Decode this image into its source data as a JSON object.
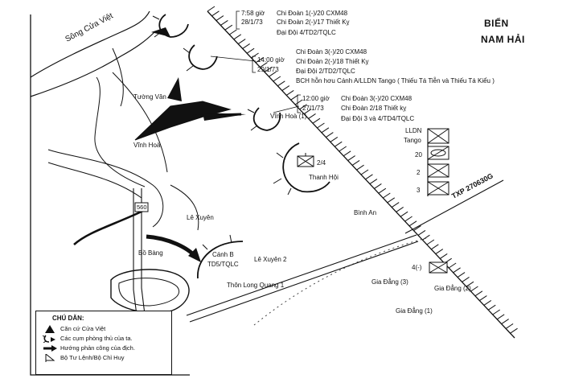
{
  "sea_label_line1": "BIỂN",
  "sea_label_line2": "NAM HẢI",
  "river_label": "Sông Cửa Việt",
  "road_label": "560",
  "grid_ref": "TXP 270630G",
  "places": {
    "tuong_van": "Tường Vân",
    "vinh_hoa": "Vĩnh Hoà",
    "vinh_hoa_1": "Vĩnh Hoà (1)",
    "thanh_hoi": "Thanh Hội",
    "le_xuyen": "Lê Xuyên",
    "le_xuyen_2": "Lê Xuyên 2",
    "bo_bang": "Bồ Bàng",
    "binh_an": "Bình An",
    "thon_long_quang": "Thôn Long Quang 1",
    "gia_dang_3": "Gia Đẳng (3)",
    "gia_dang_2": "Gia Đẳng (2)",
    "gia_dang_1": "Gia Đẳng (1)"
  },
  "unit_labels": {
    "thanh_hoi_unit": "2/4",
    "canh_b_line1": "Cánh B",
    "canh_b_line2": "TD5/TQLC",
    "gia_dang_unit": "4(-)"
  },
  "annotations": {
    "a1": {
      "time": "7:58 giờ",
      "date": "28/1/73",
      "lines": [
        "Chi Đoàn 1(-)/20 CXM48",
        "Chi  Đoàn 2(-)/17 Thiết Kỵ",
        "Đại Đội 4/TD2/TQLC"
      ]
    },
    "a2": {
      "time": "14:00 giờ",
      "date": "29/1/73",
      "lines": [
        "Chi  Đoàn 3(-)/20 CXM48",
        "Chi  Đoàn 2(-)/18 Thiết Kỵ",
        "Đại  Đội 2/TD2/TQLC",
        "BCH  hỗn hơu Cánh A/LLDN Tango ( Thiếu Tá Tiễn và Thiếu Tá Kiểu )"
      ]
    },
    "a3": {
      "time": "12:00 giờ",
      "date": "27/1/73",
      "lines": [
        "Chi Đoàn 3(-)/20 CXM48",
        "Chi Đoàn 2/18 Thiết kỵ",
        "Đại  Đội 3 và 4/TD4/TQLC"
      ]
    }
  },
  "tango_stack": {
    "title_line1": "LLDN",
    "title_line2": "Tango",
    "rows": [
      "20",
      "2",
      "3"
    ]
  },
  "legend": {
    "title": "CHÚ  DẪN:",
    "items": [
      {
        "label": "Căn cứ Cửa Việt",
        "icon": "base-triangle-icon"
      },
      {
        "label": "Các cụm phòng thủ của ta.",
        "icon": "defensive-cluster-icon"
      },
      {
        "label": "Hướng phản công của địch.",
        "icon": "enemy-counterattack-arrow-icon"
      },
      {
        "label": "Bộ Tư Lệnh/Bộ Chỉ Huy",
        "icon": "command-flag-icon"
      }
    ]
  }
}
